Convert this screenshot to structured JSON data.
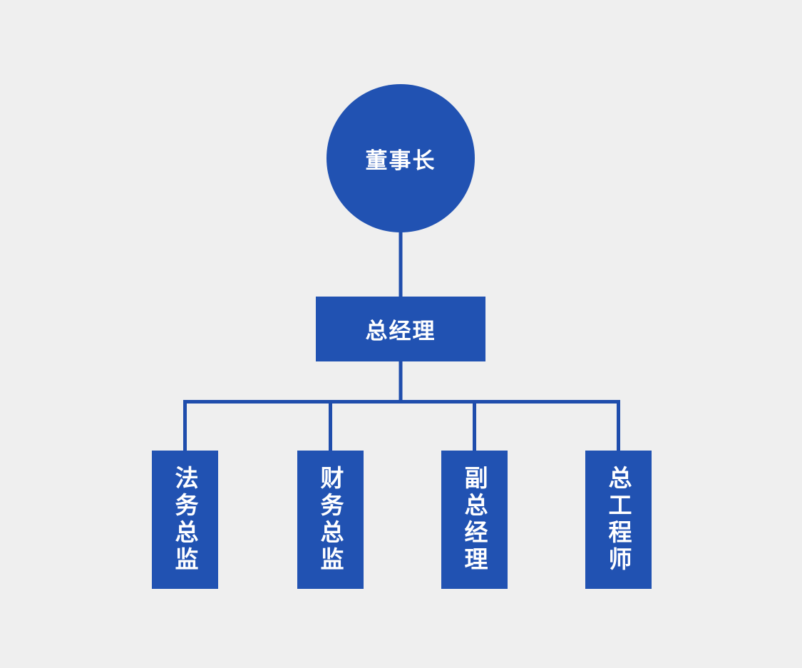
{
  "diagram": {
    "type": "org-chart",
    "background_color": "#efefef",
    "node_fill_color": "#2152b2",
    "connector_color": "#1f4dac",
    "text_color": "#ffffff",
    "root": {
      "label": "董事长",
      "shape": "circle"
    },
    "manager": {
      "label": "总经理",
      "shape": "rectangle"
    },
    "children": [
      {
        "label": "法务总监",
        "shape": "vertical-rectangle"
      },
      {
        "label": "财务总监",
        "shape": "vertical-rectangle"
      },
      {
        "label": "副总经理",
        "shape": "vertical-rectangle"
      },
      {
        "label": "总工程师",
        "shape": "vertical-rectangle"
      }
    ],
    "edges": [
      {
        "from": "董事长",
        "to": "总经理"
      },
      {
        "from": "总经理",
        "to": "法务总监"
      },
      {
        "from": "总经理",
        "to": "财务总监"
      },
      {
        "from": "总经理",
        "to": "副总经理"
      },
      {
        "from": "总经理",
        "to": "总工程师"
      }
    ]
  }
}
